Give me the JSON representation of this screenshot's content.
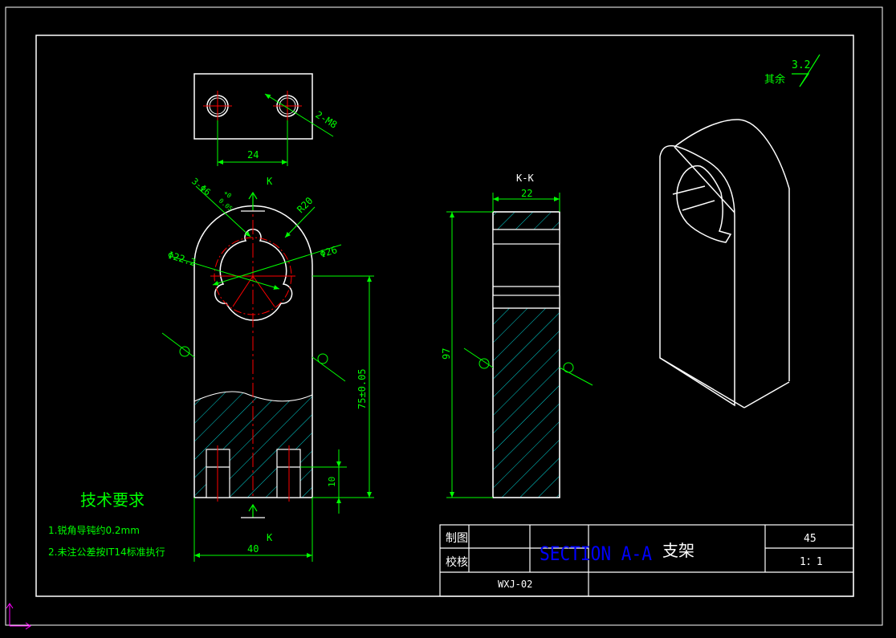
{
  "drawing": {
    "surface_roughness": {
      "label": "其余",
      "value": "3.2"
    },
    "top_view": {
      "dim_spacing": "24",
      "thread_callout": "2-M8"
    },
    "front_view": {
      "section_mark_top": "K",
      "section_mark_bottom": "K",
      "holes_callout": "3-Φ6",
      "holes_tolerance_upper": "+0",
      "holes_tolerance_lower": "0.05",
      "radius": "R20",
      "dia_inner": "Φ22.2",
      "dia_outer": "Φ26",
      "height_tol": "75±0.05",
      "depth": "10",
      "width": "40"
    },
    "section_view": {
      "title": "K-K",
      "width": "22",
      "height": "97"
    },
    "tech_requirements": {
      "heading": "技术要求",
      "items": [
        "1.锐角导钝约0.2mm",
        "2.未注公差按IT14标准执行"
      ]
    },
    "title_block": {
      "drawn_label": "制图",
      "checked_label": "校核",
      "drawing_no": "WXJ-02",
      "overlay_text": "SECTION A-A",
      "part_name": "支架",
      "material": "45",
      "scale": "1：1"
    }
  },
  "colors": {
    "background": "#000000",
    "outline": "#ffffff",
    "dimension": "#00ff00",
    "hatch": "#00d7d7",
    "centerline": "#ff0000",
    "overlay": "#0000ff",
    "ucs_icon": "#ff00ff"
  }
}
